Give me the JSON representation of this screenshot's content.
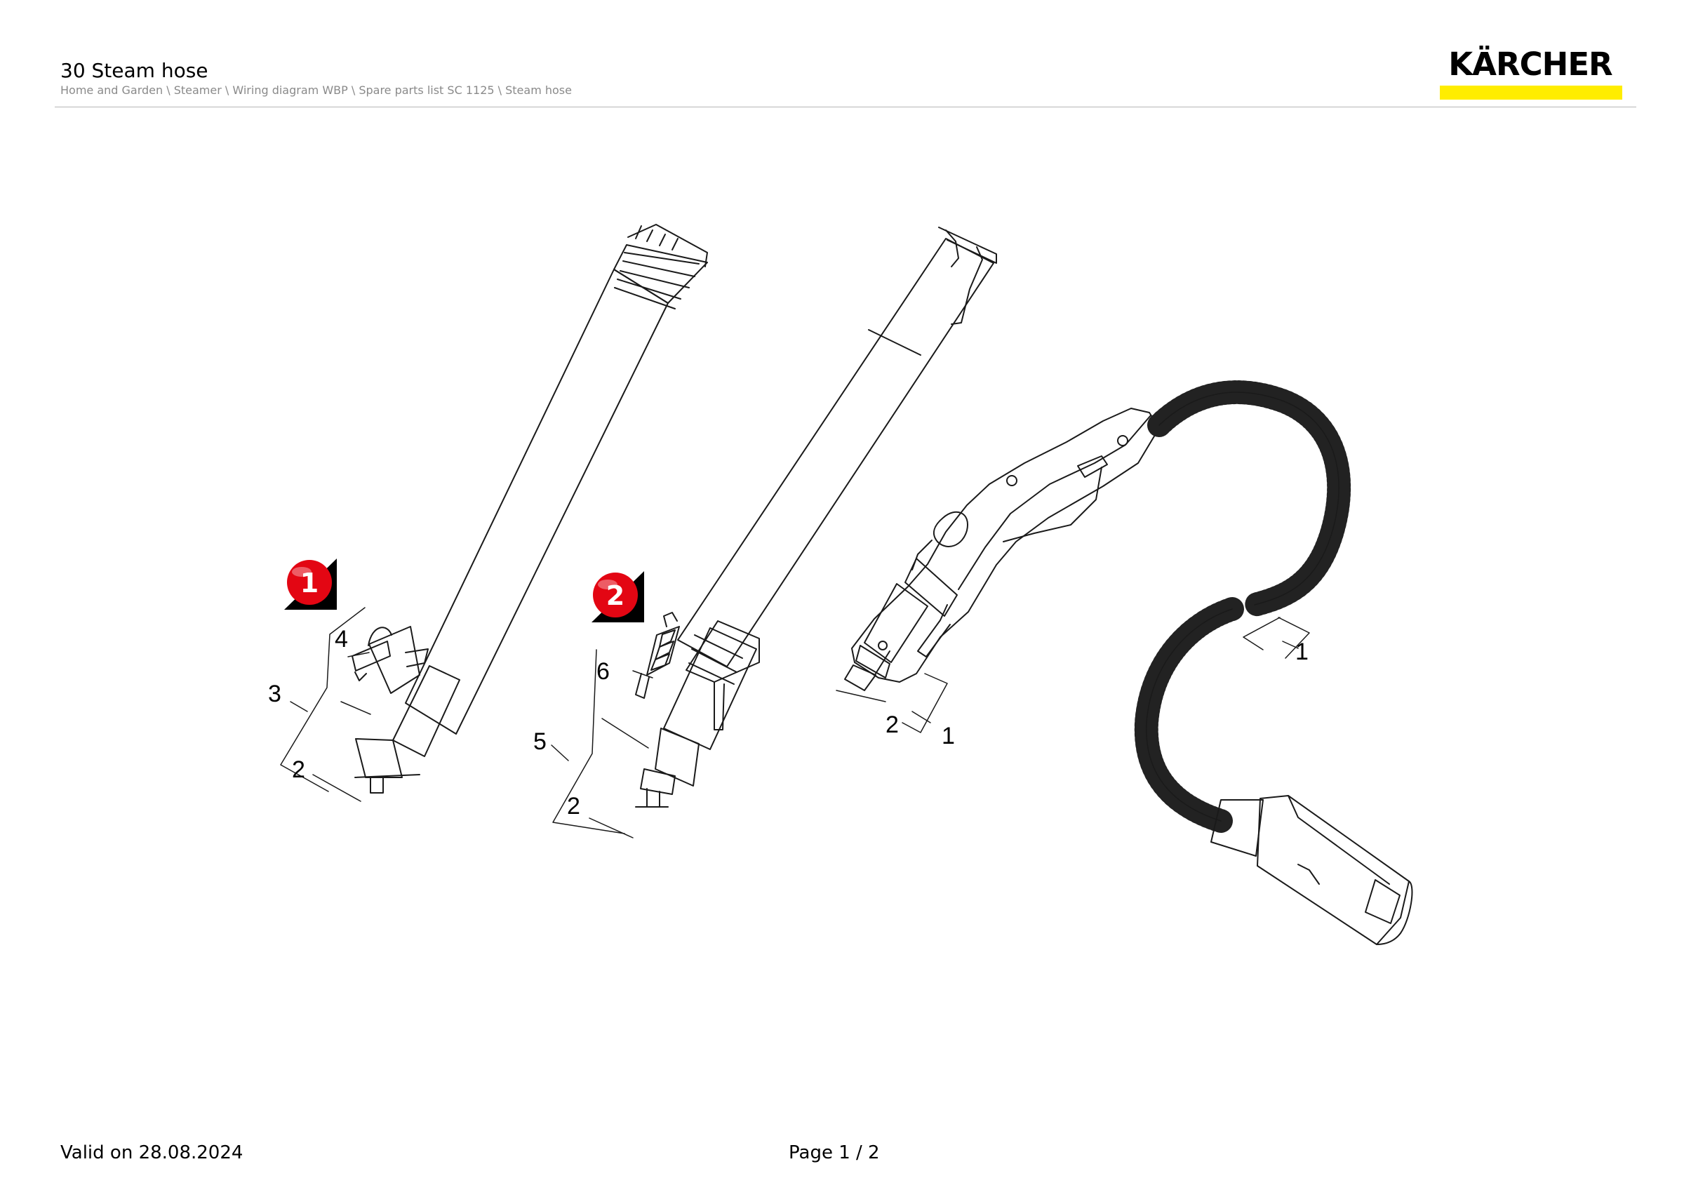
{
  "header": {
    "title": "30 Steam hose",
    "breadcrumb": "Home and Garden \\ Steamer \\ Wiring diagram WBP \\ Spare parts list SC 1125 \\ Steam hose"
  },
  "logo": {
    "text": "KÄRCHER",
    "bar_color": "#ffed00"
  },
  "diagram": {
    "badges": [
      "1",
      "2"
    ],
    "badge_color": "#e30613",
    "callouts": {
      "tube1_part3": "3",
      "tube1_part4": "4",
      "tube1_part2": "2",
      "tube2_part5": "5",
      "tube2_part6": "6",
      "tube2_part2": "2",
      "gun_part2": "2",
      "gun_part1": "1",
      "hose_part1": "1"
    }
  },
  "footer": {
    "valid": "Valid on 28.08.2024",
    "page": "Page 1 / 2"
  }
}
